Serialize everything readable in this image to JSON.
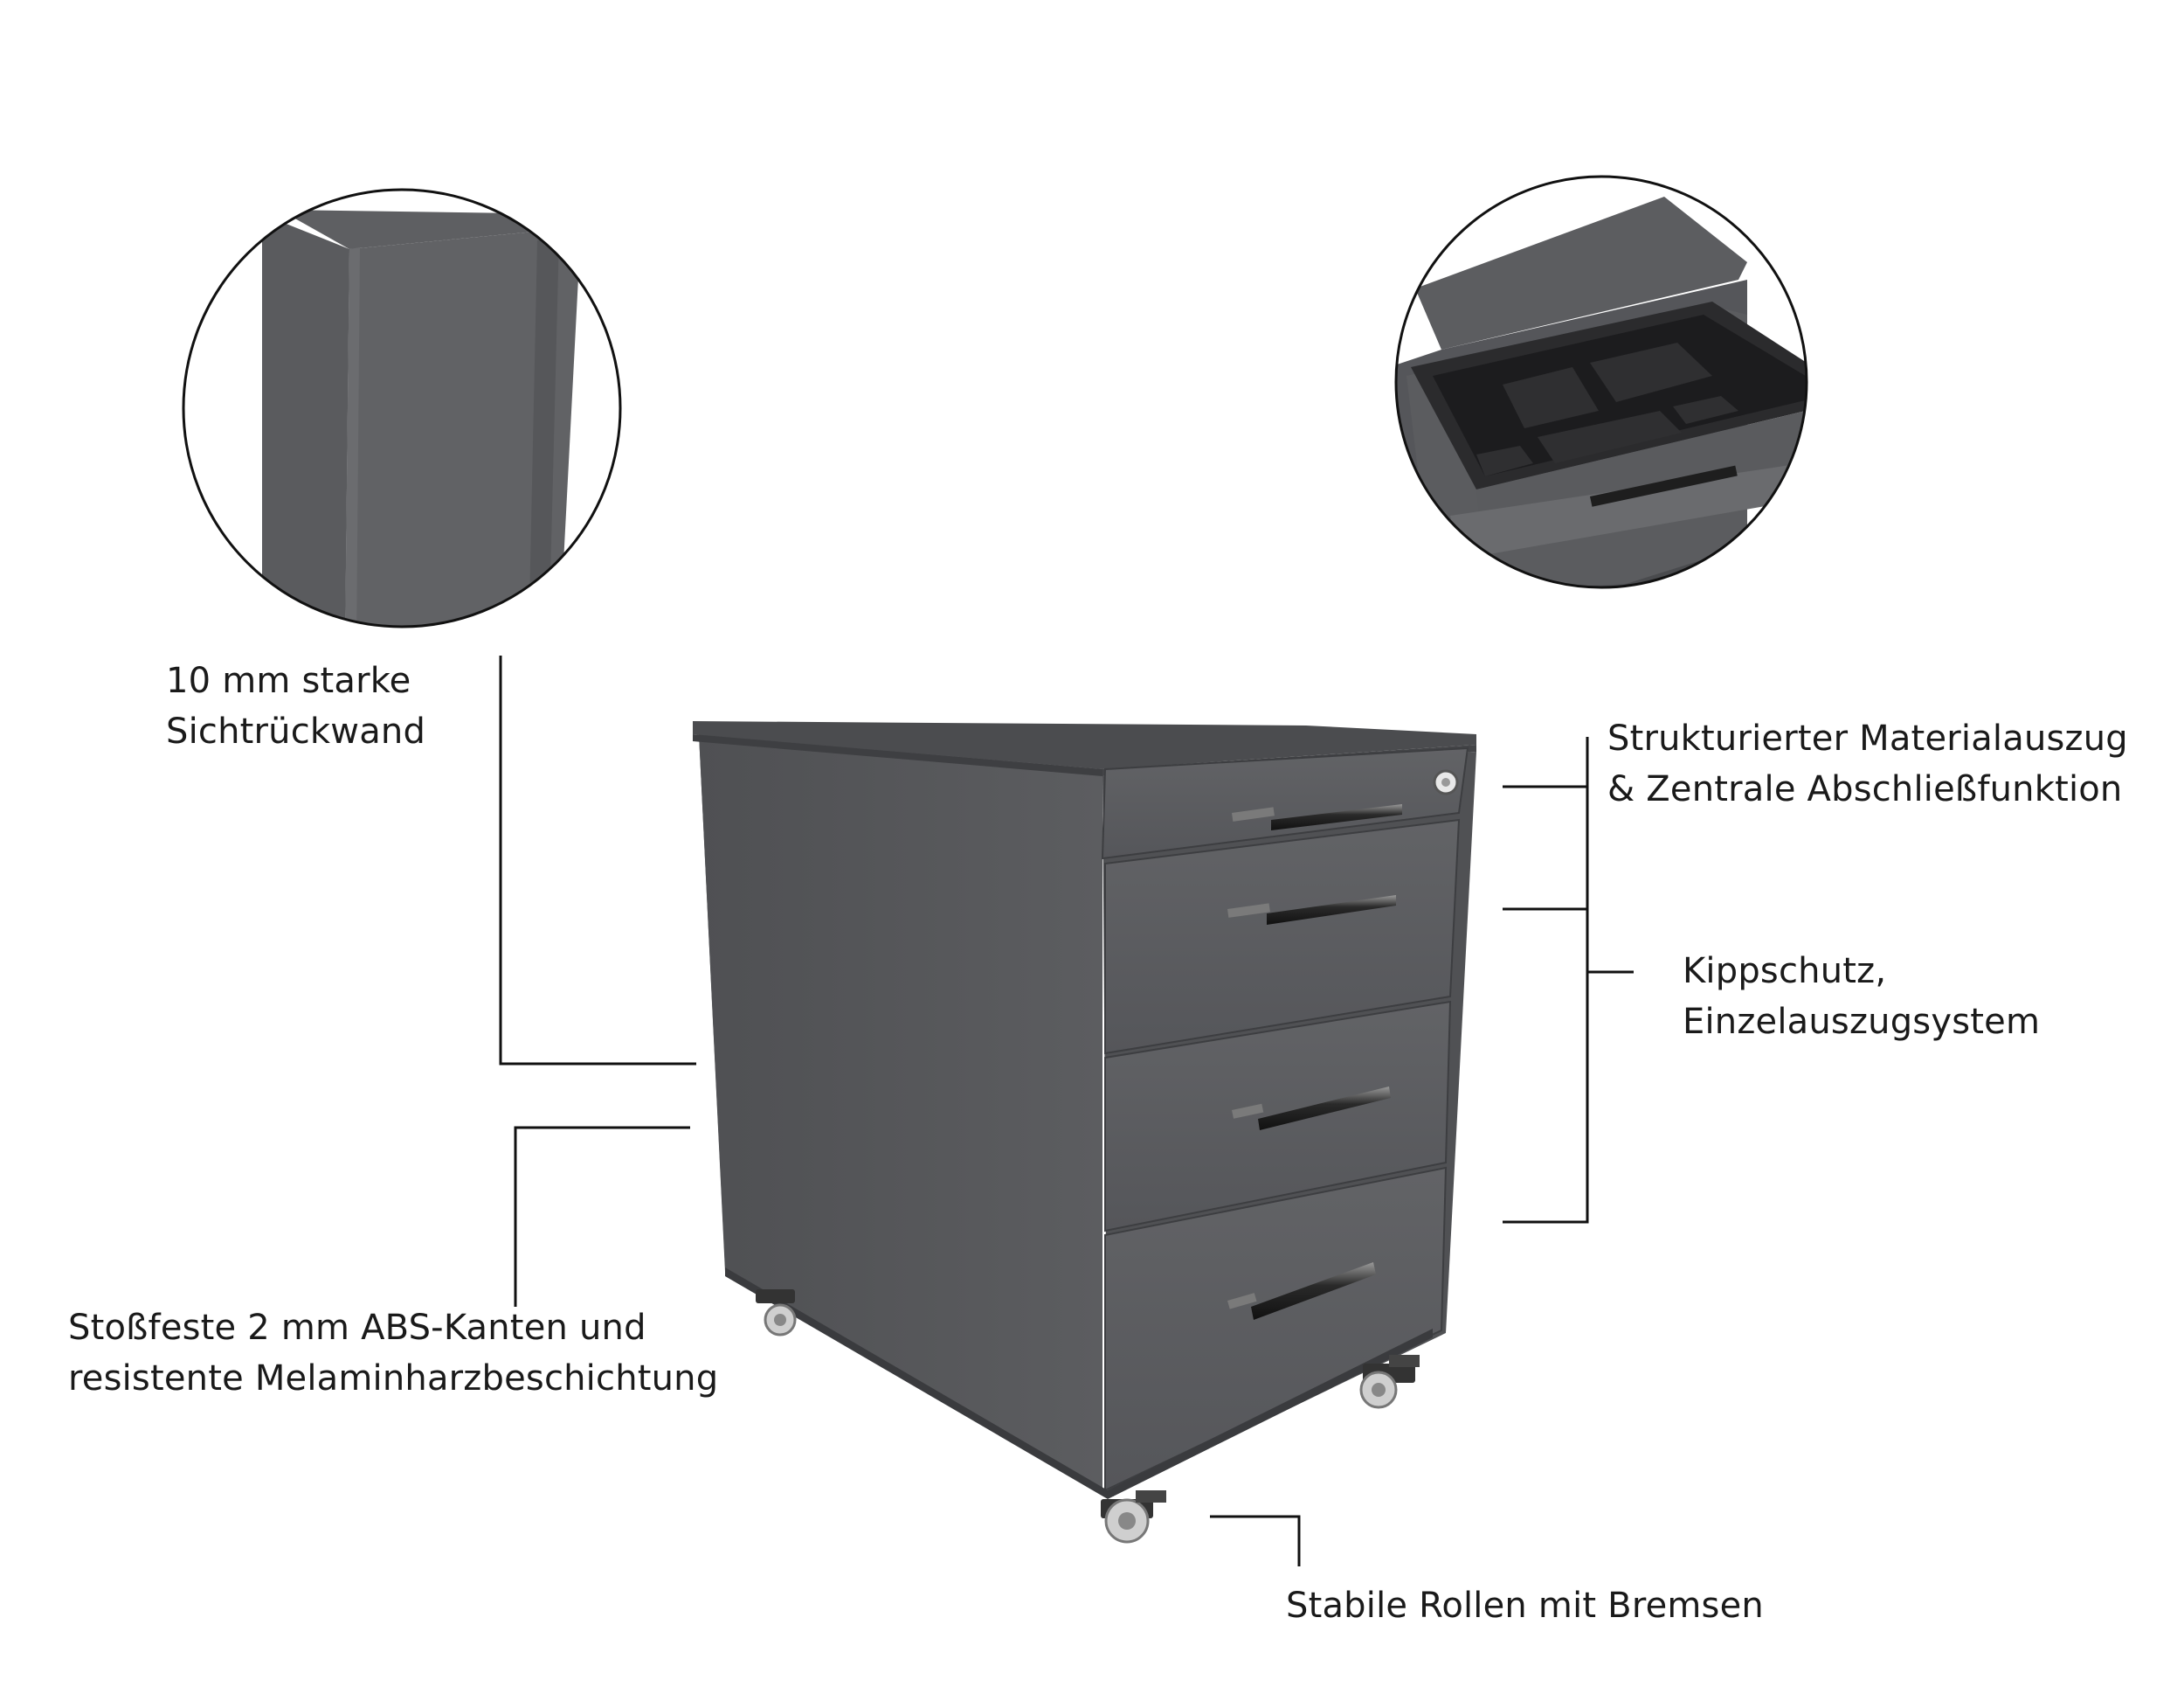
{
  "features": {
    "back_panel": {
      "line1": "10 mm starke",
      "line2": "Sichtrückwand"
    },
    "edges": {
      "line1": "Stoßfeste 2 mm ABS-Kanten und",
      "line2": "resistente Melaminharzbeschichtung"
    },
    "tray": {
      "line1": "Strukturierter Materialauszug",
      "line2": "& Zentrale Abschließfunktion"
    },
    "tip": {
      "line1": "Kippschutz,",
      "line2": "Einzelauszugsystem"
    },
    "wheels": {
      "line1": "Stabile Rollen mit Bremsen"
    }
  },
  "colors": {
    "body": "#5a5b5e",
    "body_dark": "#4a4b4e",
    "top": "#525356",
    "line": "#111111",
    "handle": "#1c1c1c"
  },
  "drawer_count": 4
}
